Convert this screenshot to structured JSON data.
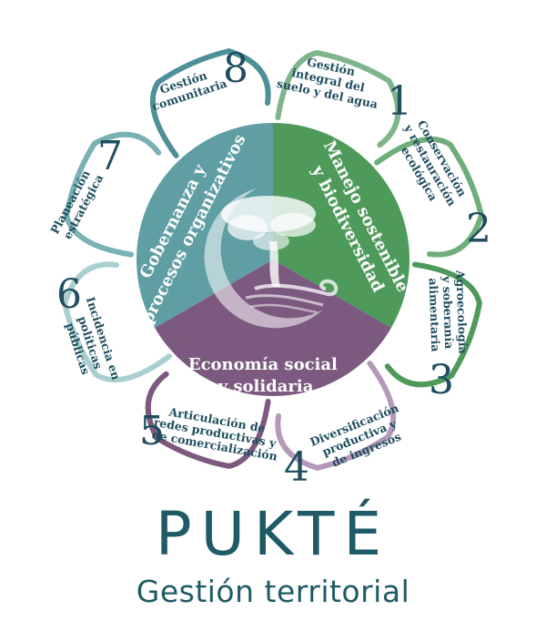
{
  "brand": {
    "name": "PUKTÉ",
    "tagline": "Gestión territorial"
  },
  "sections": [
    {
      "key": "manejo",
      "lines": [
        "Manejo sostenible",
        "y biodiversidad"
      ],
      "color": "#4e9a5a"
    },
    {
      "key": "economia",
      "lines": [
        "Economía social",
        "y solidaria"
      ],
      "color": "#7c5a80"
    },
    {
      "key": "gobernanza",
      "lines": [
        "Gobernanza y",
        "procesos organizativos"
      ],
      "color": "#5f9ea3"
    }
  ],
  "areas": [
    {
      "num": "1",
      "lines": [
        "Gestión",
        "integral del",
        "suelo y del agua"
      ],
      "color": "#7fb58a"
    },
    {
      "num": "2",
      "lines": [
        "Conservación",
        "y restauración",
        "ecológica"
      ],
      "color": "#6fae7b"
    },
    {
      "num": "3",
      "lines": [
        "Agroecología",
        "y soberanía",
        "alimentaria"
      ],
      "color": "#4e9a5a"
    },
    {
      "num": "4",
      "lines": [
        "Diversificación",
        "productiva y",
        "de ingresos"
      ],
      "color": "#b49ab8"
    },
    {
      "num": "5",
      "lines": [
        "Articulación de",
        "redes productivas y",
        "de comercialización"
      ],
      "color": "#7c5a80"
    },
    {
      "num": "6",
      "lines": [
        "Incidencia en",
        "políticas",
        "públicas"
      ],
      "color": "#a9cfd0"
    },
    {
      "num": "7",
      "lines": [
        "Planeación",
        "estratégica"
      ],
      "color": "#79b1b5"
    },
    {
      "num": "8",
      "lines": [
        "Gestión",
        "comunitaria"
      ],
      "color": "#4f8f98"
    }
  ],
  "colors": {
    "text_dark": "#1f4e5f",
    "brand": "#1f5b66"
  }
}
